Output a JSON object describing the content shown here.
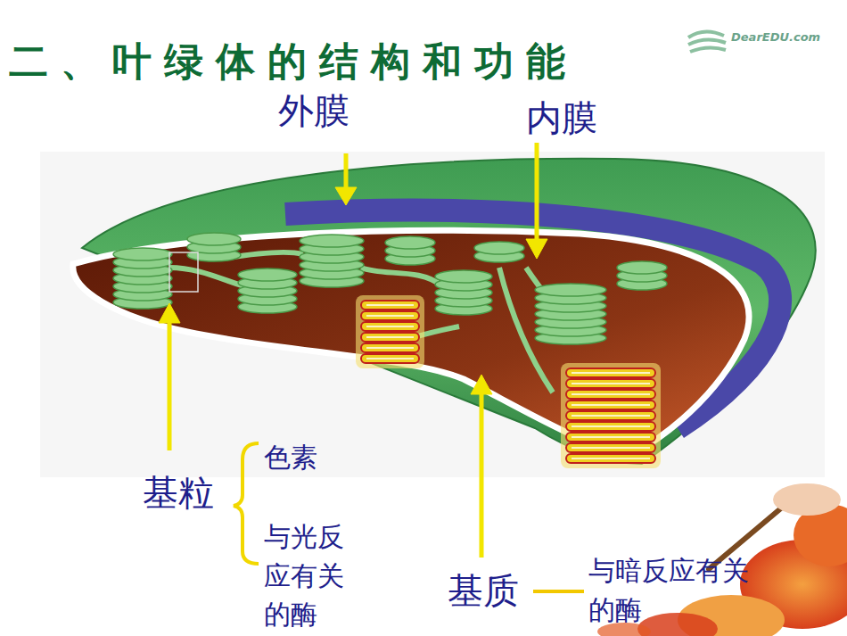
{
  "diagram": {
    "title": "二、叶绿体的结构和功能",
    "labels": [
      "外膜",
      "内膜",
      "基粒",
      "色素",
      "与光反 应有关 的酶",
      "基质",
      "与暗反应有关 的酶",
      "DearEDU.com"
    ]
  }
}
